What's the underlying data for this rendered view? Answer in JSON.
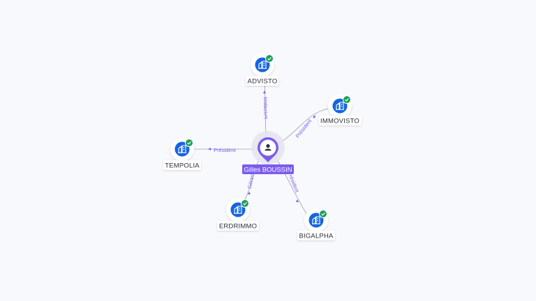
{
  "center": {
    "name": "Gilles BOUSSIN",
    "icon": "person-icon"
  },
  "companies": [
    {
      "name": "ADVISTO",
      "role": "Président",
      "icon": "company-building-icon",
      "status_icon": "verified-check-icon"
    },
    {
      "name": "IMMOVISTO",
      "role": "Président",
      "icon": "company-building-icon",
      "status_icon": "verified-check-icon"
    },
    {
      "name": "TEMPOLIA",
      "role": "Président",
      "icon": "company-building-icon",
      "status_icon": "verified-check-icon"
    },
    {
      "name": "ERDRIMMO",
      "role": "Gérant",
      "icon": "company-building-icon",
      "status_icon": "verified-check-icon"
    },
    {
      "name": "BIGALPHA",
      "role": "Président",
      "icon": "company-building-icon",
      "status_icon": "verified-check-icon"
    }
  ],
  "colors": {
    "accent": "#7b5cf0",
    "company_icon": "#1565e0",
    "verified": "#1e9e5a",
    "edge": "#9aa0ad"
  }
}
